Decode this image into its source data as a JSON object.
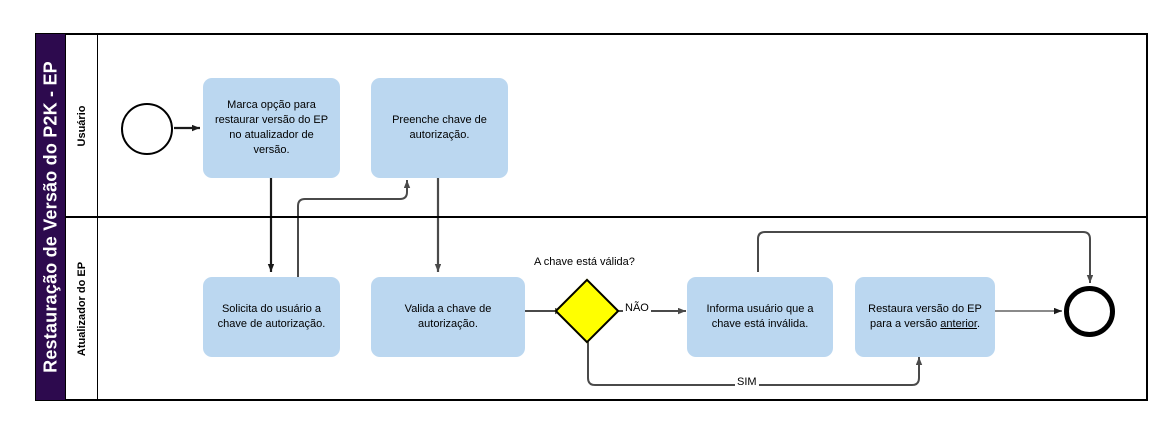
{
  "diagram": {
    "type": "bpmn-process-flow",
    "pool": {
      "title": "Restauração de Versão do P2K - EP",
      "title_color": "#2D0A4E",
      "title_text_color": "#FFFFFF"
    },
    "lanes": [
      {
        "id": "usuario",
        "label": "Usuário"
      },
      {
        "id": "atualizador",
        "label": "Atualizador do EP"
      }
    ],
    "colors": {
      "task_fill": "#BBD7F0",
      "gateway_fill": "#FFFF00",
      "event_stroke": "#000000",
      "connector": "#555555",
      "pool_border": "#000000"
    },
    "events": [
      {
        "id": "start-event",
        "kind": "start",
        "lane": "usuario"
      },
      {
        "id": "end-event",
        "kind": "end",
        "lane": "atualizador"
      }
    ],
    "tasks": [
      {
        "id": "task-marca-opcao",
        "lane": "usuario",
        "text": "Marca opção para restaurar versão do EP no atualizador de versão."
      },
      {
        "id": "task-preenche-chave",
        "lane": "usuario",
        "text": "Preenche chave de autorização."
      },
      {
        "id": "task-solicita-chave",
        "lane": "atualizador",
        "text": "Solicita do usuário a chave de autorização."
      },
      {
        "id": "task-valida-chave",
        "lane": "atualizador",
        "text": "Valida a chave de autorização."
      },
      {
        "id": "task-informa-invalida",
        "lane": "atualizador",
        "text": "Informa usuário que a chave está inválida."
      },
      {
        "id": "task-restaura-versao",
        "lane": "atualizador",
        "text_before": "Restaura versão do EP para a versão ",
        "text_underlined": "anterior",
        "text_after": "."
      }
    ],
    "gateway": {
      "id": "gateway-chave-valida",
      "label": "A chave está válida?",
      "lane": "atualizador",
      "branches": [
        {
          "label": "NÃO",
          "target": "task-informa-invalida"
        },
        {
          "label": "SIM",
          "target": "task-restaura-versao"
        }
      ]
    },
    "flow_labels": {
      "nao": "NÃO",
      "sim": "SIM"
    }
  }
}
